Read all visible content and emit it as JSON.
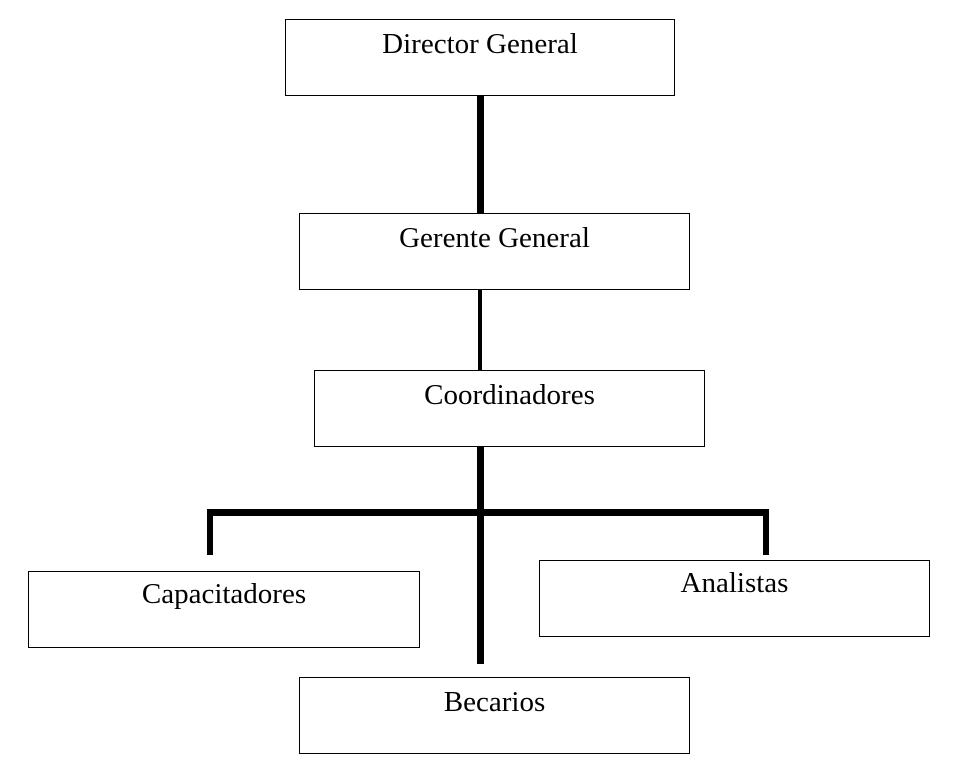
{
  "org_chart": {
    "nodes": {
      "director": "Director General",
      "gerente": "Gerente General",
      "coordinadores": "Coordinadores",
      "capacitadores": "Capacitadores",
      "analistas": "Analistas",
      "becarios": "Becarios"
    },
    "edges": [
      [
        "director",
        "gerente"
      ],
      [
        "gerente",
        "coordinadores"
      ],
      [
        "coordinadores",
        "capacitadores"
      ],
      [
        "coordinadores",
        "analistas"
      ],
      [
        "coordinadores",
        "becarios"
      ]
    ],
    "colors": {
      "stroke": "#000000",
      "fill": "#ffffff",
      "text": "#000000"
    }
  }
}
